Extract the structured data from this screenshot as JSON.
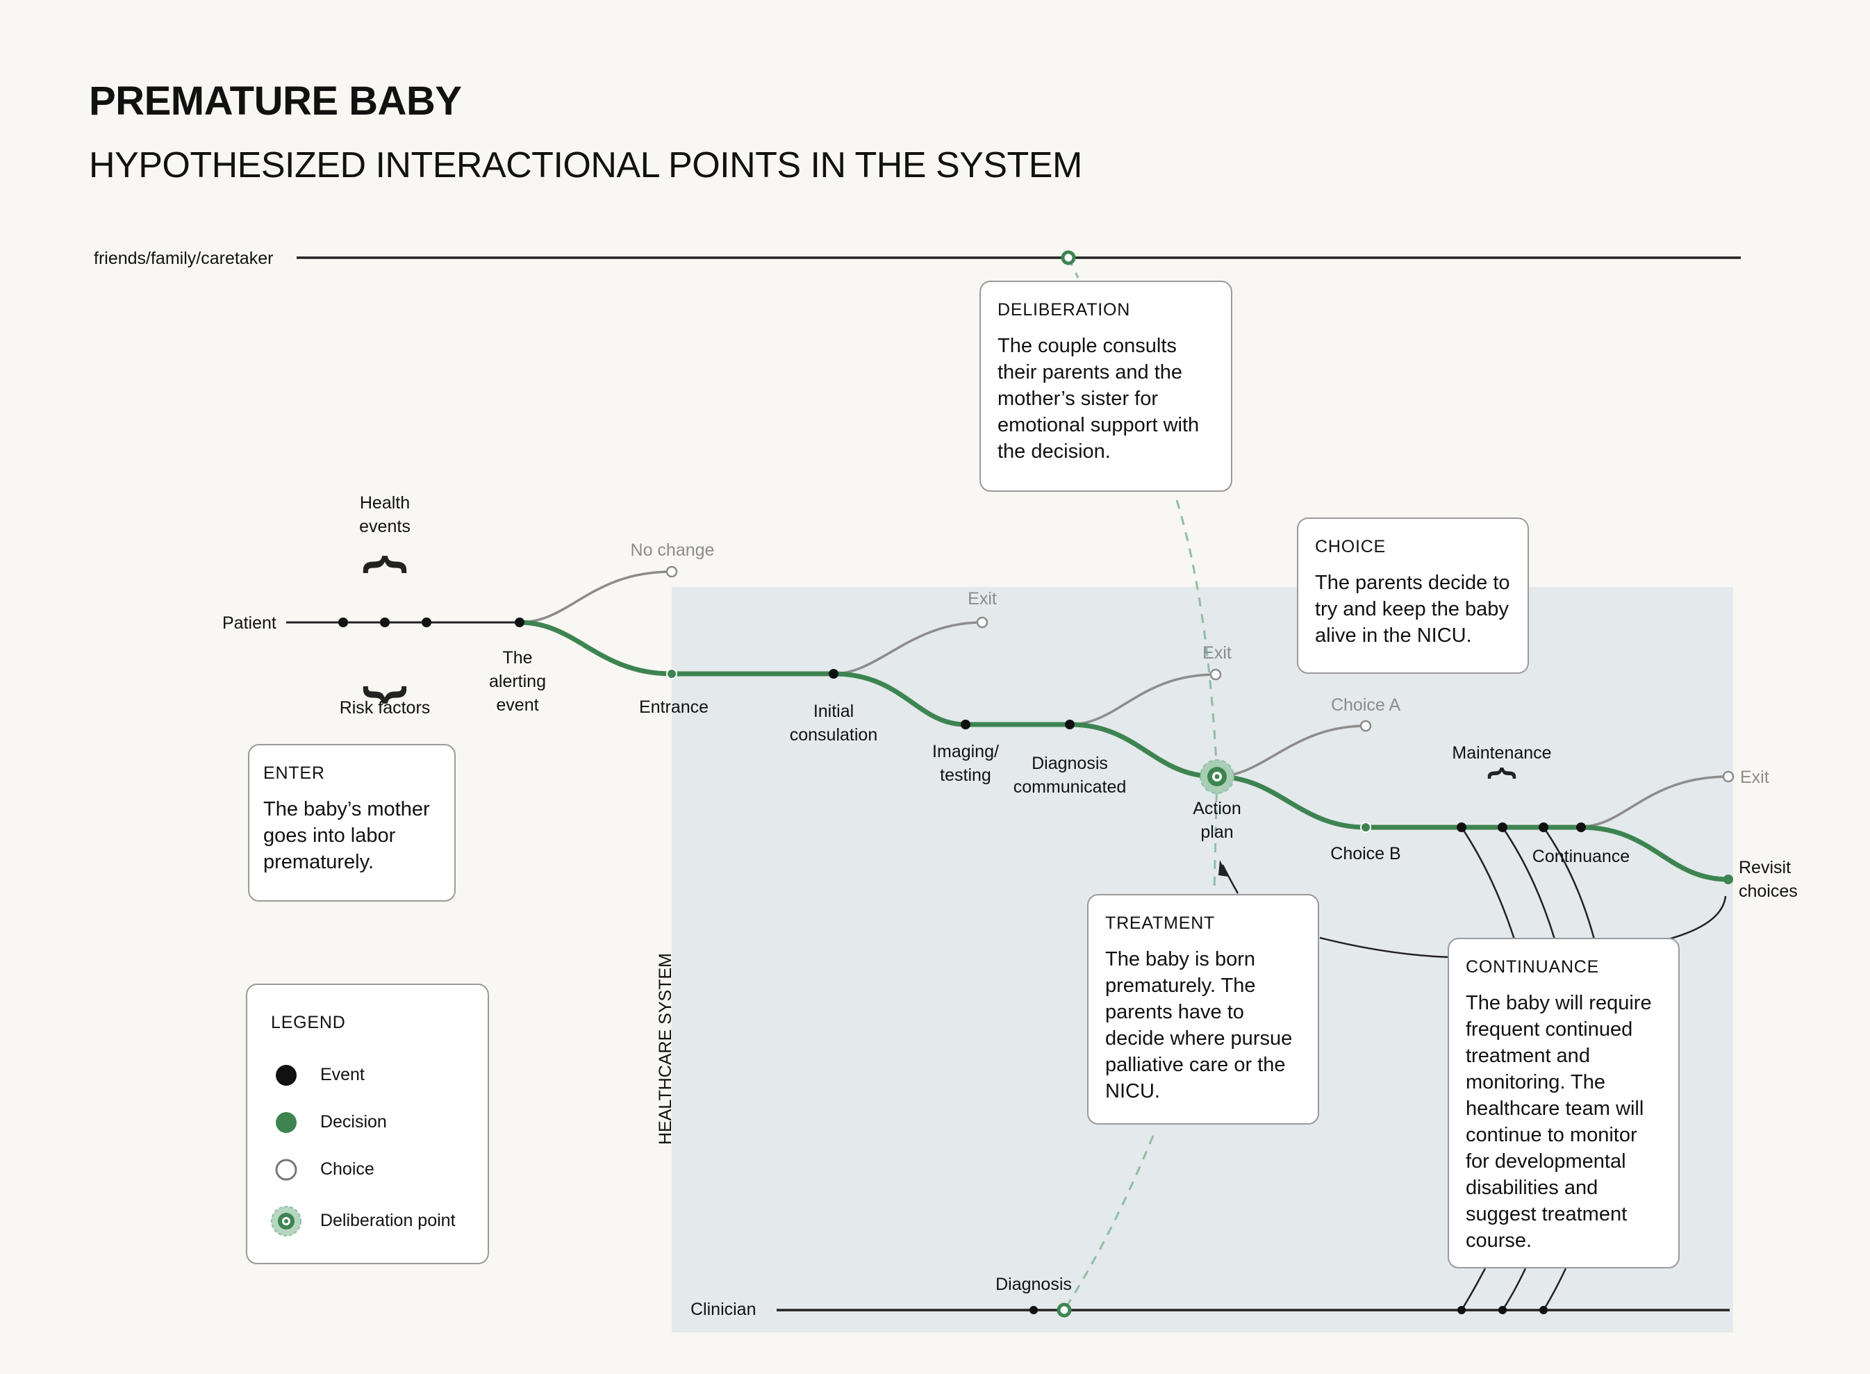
{
  "title": "PREMATURE BABY",
  "subtitle": "HYPOTHESIZED INTERACTIONAL POINTS IN THE SYSTEM",
  "colors": {
    "background": "#f8f7f3",
    "system_area": "#e4e9ec",
    "event": "#111111",
    "decision": "#3d8450",
    "choice_line": "#8c8c8c",
    "deliberation_dash": "#8fbfa2"
  },
  "lanes": {
    "family": "friends/family/caretaker",
    "patient": "Patient",
    "clinician": "Clinician",
    "system": "HEALTHCARE SYSTEM"
  },
  "labels": {
    "health_events": "Health events",
    "risk_factors": "Risk factors",
    "alerting_event": "The alerting event",
    "no_change": "No change",
    "entrance": "Entrance",
    "exit_1": "Exit",
    "initial_consultation": "Initial consulation",
    "imaging": "Imaging/ testing",
    "diagnosis_communicated": "Diagnosis communicated",
    "exit_2": "Exit",
    "action_plan": "Action plan",
    "choice_a": "Choice A",
    "choice_b": "Choice B",
    "maintenance": "Maintenance",
    "continuance": "Continuance",
    "exit_3": "Exit",
    "revisit_choices": "Revisit choices",
    "diagnosis": "Diagnosis"
  },
  "cards": {
    "deliberation": {
      "title": "DELIBERATION",
      "body": "The couple consults their parents and the mother’s sister for emotional support with the decision."
    },
    "choice": {
      "title": "CHOICE",
      "body": "The parents decide to try and keep the baby alive in the NICU."
    },
    "enter": {
      "title": "ENTER",
      "body": "The baby’s mother goes into labor prematurely."
    },
    "treatment": {
      "title": "TREATMENT",
      "body": "The baby is born prematurely. The parents have to decide where pursue palliative care or the NICU."
    },
    "continuance": {
      "title": "CONTINUANCE",
      "body": "The baby will require frequent continued treatment and monitoring. The healthcare team will continue to monitor for developmental disabilities and suggest treatment course."
    }
  },
  "legend": {
    "title": "LEGEND",
    "items": [
      {
        "label": "Event",
        "icon": "event-dot-icon"
      },
      {
        "label": "Decision",
        "icon": "decision-dot-icon"
      },
      {
        "label": "Choice",
        "icon": "choice-circle-icon"
      },
      {
        "label": "Deliberation point",
        "icon": "deliberation-point-icon"
      }
    ]
  }
}
